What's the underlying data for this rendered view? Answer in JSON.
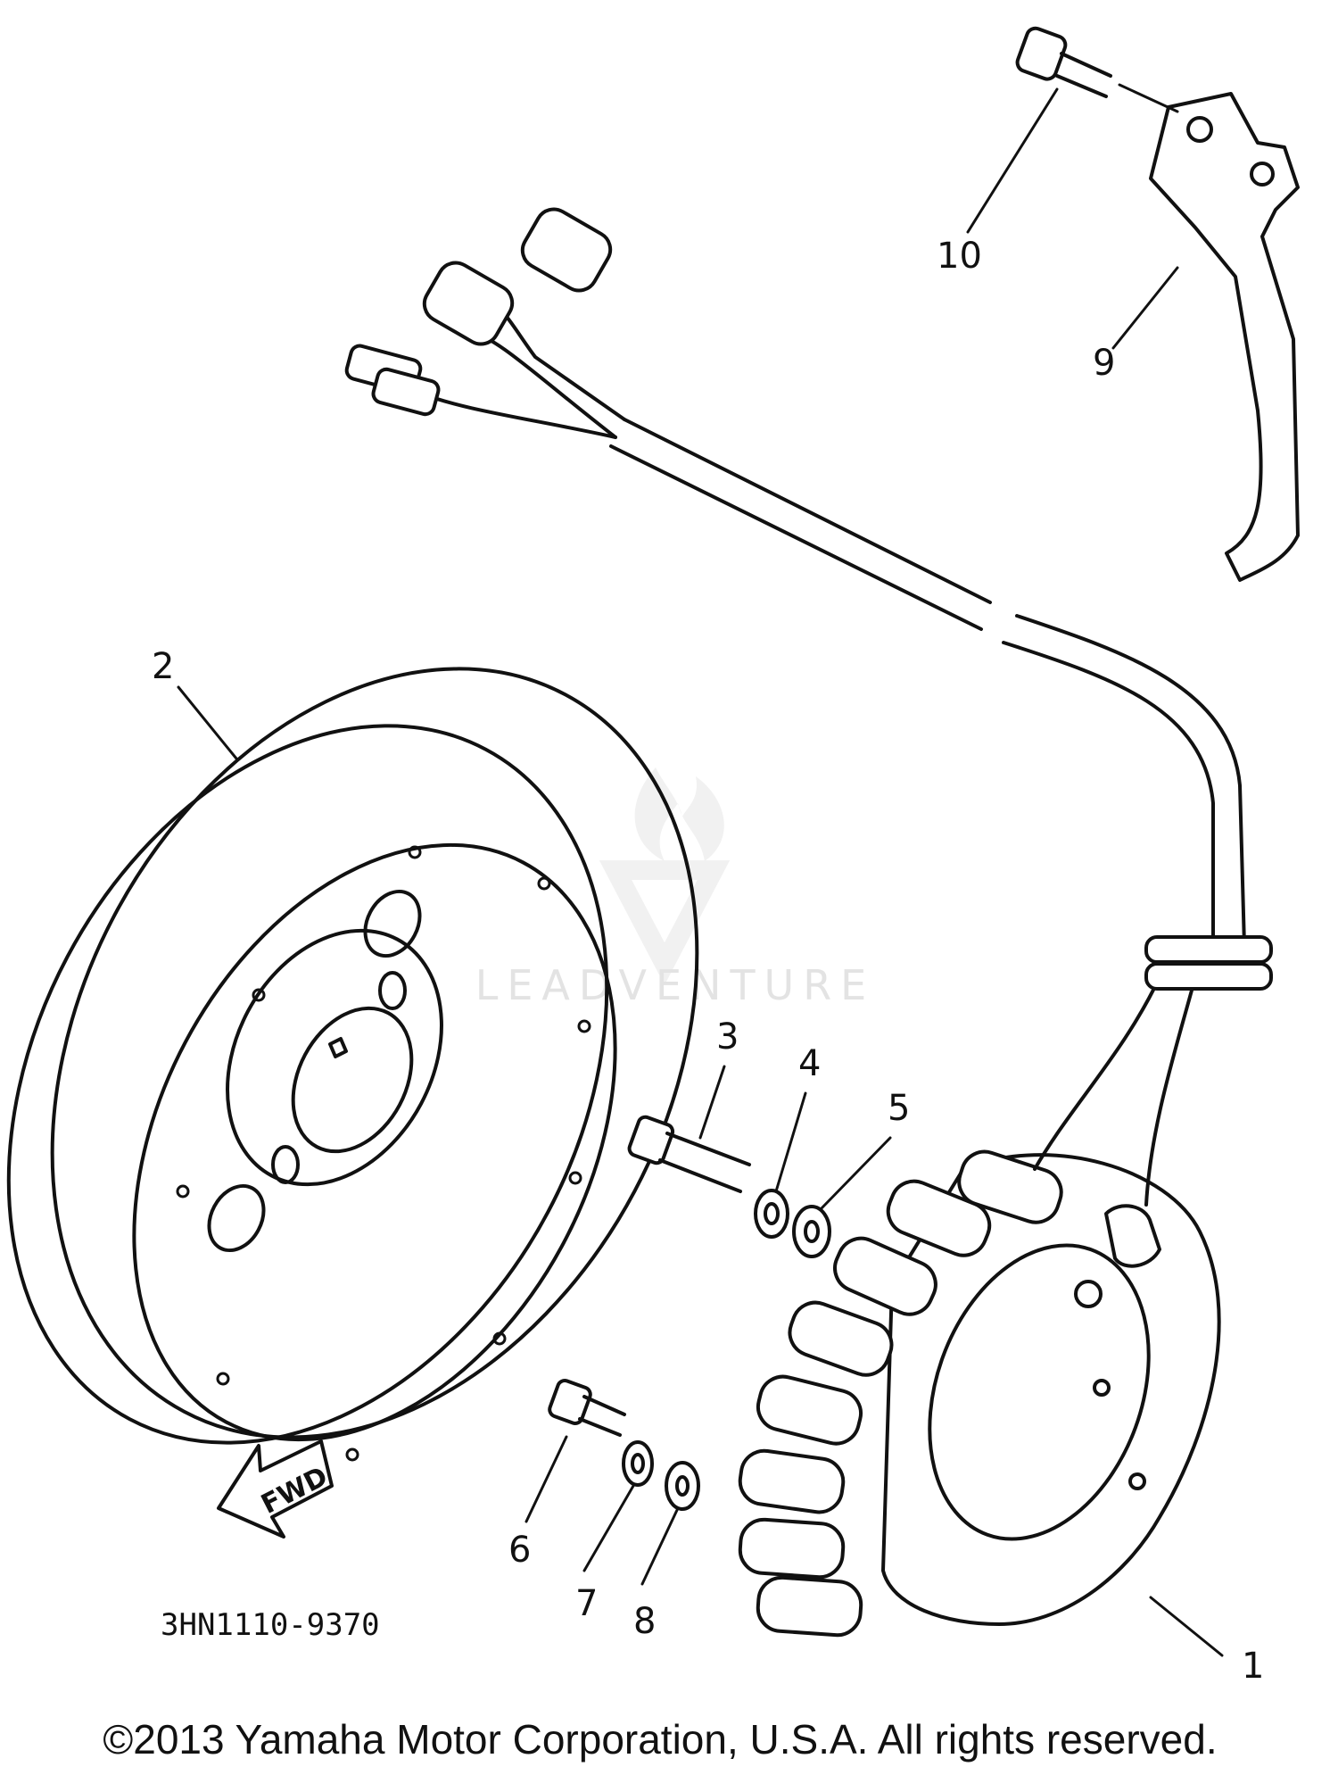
{
  "diagram": {
    "callouts": [
      {
        "id": "1",
        "label": "1"
      },
      {
        "id": "2",
        "label": "2"
      },
      {
        "id": "3",
        "label": "3"
      },
      {
        "id": "4",
        "label": "4"
      },
      {
        "id": "5",
        "label": "5"
      },
      {
        "id": "6",
        "label": "6"
      },
      {
        "id": "7",
        "label": "7"
      },
      {
        "id": "8",
        "label": "8"
      },
      {
        "id": "9",
        "label": "9"
      },
      {
        "id": "10",
        "label": "10"
      }
    ],
    "direction_arrow_label": "FWD",
    "part_number": "3HN1110-9370"
  },
  "watermark": {
    "text": "LEADVENTURE"
  },
  "footer": {
    "copyright": "©2013 Yamaha Motor Corporation, U.S.A. All rights reserved."
  },
  "colors": {
    "line": "#111111",
    "background": "#ffffff",
    "watermark": "#e3e3e3"
  }
}
